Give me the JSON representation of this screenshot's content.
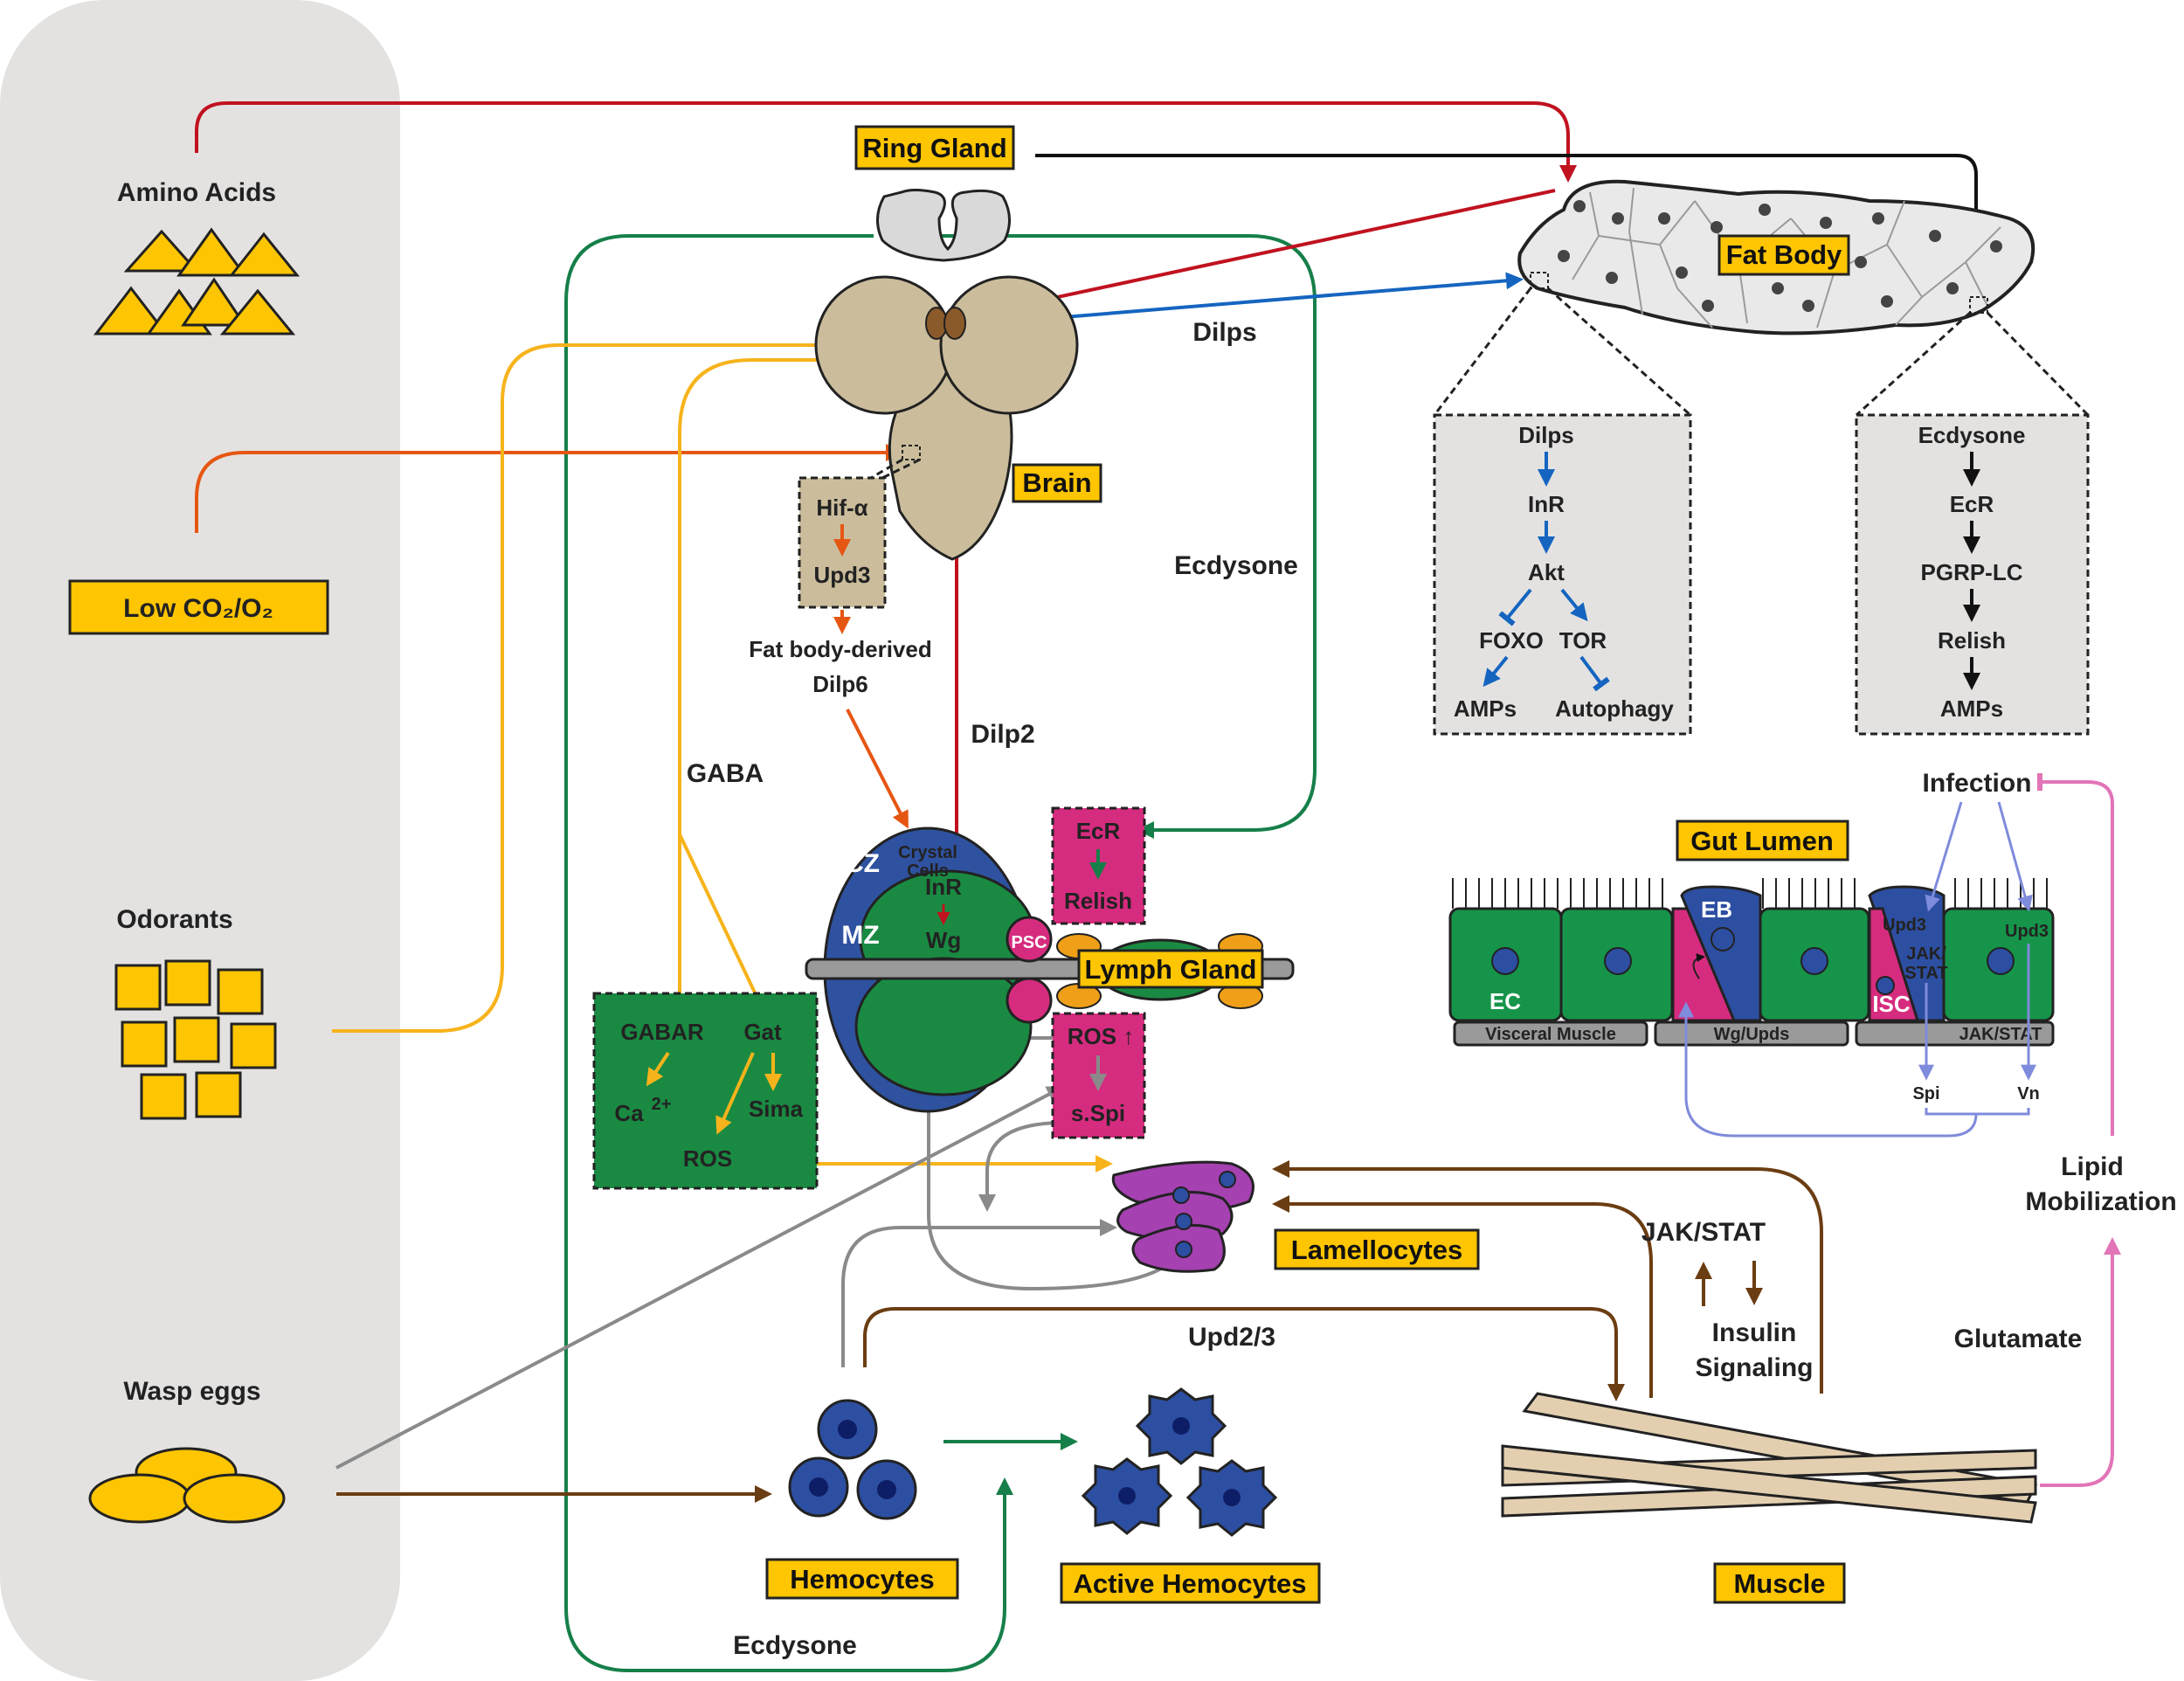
{
  "stimuli": {
    "amino_acids": "Amino Acids",
    "low_gas": "Low CO₂/O₂",
    "odorants": "Odorants",
    "wasp_eggs": "Wasp eggs"
  },
  "organs": {
    "ring_gland": "Ring Gland",
    "fat_body": "Fat Body",
    "brain": "Brain",
    "lymph_gland": "Lymph Gland",
    "gut_lumen": "Gut Lumen",
    "lamellocytes": "Lamellocytes",
    "hemocytes": "Hemocytes",
    "active_hemocytes": "Active Hemocytes",
    "muscle": "Muscle"
  },
  "signals": {
    "dilps": "Dilps",
    "ecdysone_upper": "Ecdysone",
    "ecdysone_lower": "Ecdysone",
    "dilp2": "Dilp2",
    "gaba": "GABA",
    "fat_body_derived": "Fat body-derived",
    "dilp6": "Dilp6",
    "upd23": "Upd2/3",
    "jak_stat": "JAK/STAT",
    "insulin_1": "Insulin",
    "insulin_2": "Signaling",
    "glutamate": "Glutamate",
    "lipid_1": "Lipid",
    "lipid_2": "Mobilization",
    "infection": "Infection"
  },
  "hif_box": {
    "hif": "Hif-α",
    "upd3": "Upd3"
  },
  "insulin_box": {
    "dilps": "Dilps",
    "inr": "InR",
    "akt": "Akt",
    "foxo": "FOXO",
    "tor": "TOR",
    "amps": "AMPs",
    "autophagy": "Autophagy"
  },
  "ecdysone_box": {
    "ecdysone": "Ecdysone",
    "ecr": "EcR",
    "pgrp": "PGRP-LC",
    "relish": "Relish",
    "amps": "AMPs"
  },
  "lymph": {
    "cz": "CZ",
    "crystal_1": "Crystal",
    "crystal_2": "Cells",
    "mz": "MZ",
    "inr": "InR",
    "wg": "Wg",
    "psc": "PSC"
  },
  "ecr_box": {
    "ecr": "EcR",
    "relish": "Relish"
  },
  "ros_box": {
    "ros": "ROS ↑",
    "sspi": "s.Spi"
  },
  "gaba_box": {
    "gabar": "GABAR",
    "gat": "Gat",
    "ca": "Ca",
    "ca_sup": "2+",
    "sima": "Sima",
    "ros": "ROS"
  },
  "gut": {
    "eb": "EB",
    "ec": "EC",
    "isc": "ISC",
    "upd3_a": "Upd3",
    "upd3_b": "Upd3",
    "jak_1": "JAK/",
    "jak_2": "STAT",
    "visceral": "Visceral Muscle",
    "wg_upds": "Wg/Upds",
    "jakstat_bar": "JAK/STAT",
    "spi": "Spi",
    "vn": "Vn"
  },
  "colors": {
    "panel": "#e4e2e1",
    "yellow": "#fec502",
    "red": "#c0121f",
    "orange": "#e65613",
    "green_line": "#167f49",
    "blue_line": "#1565c0",
    "brown": "#6b3d12",
    "gray_line": "#8a8a8a",
    "pink": "#e0137e",
    "hemocyte_blue": "#2d4fa2",
    "lymph_blue": "#2f52a0",
    "lymph_green": "#1a8a42",
    "cell_green": "#16954a",
    "lavender": "#7f8bdc",
    "magenta_line": "#e274b8",
    "purple": "#a541b0",
    "tan": "#cbbd9c"
  }
}
